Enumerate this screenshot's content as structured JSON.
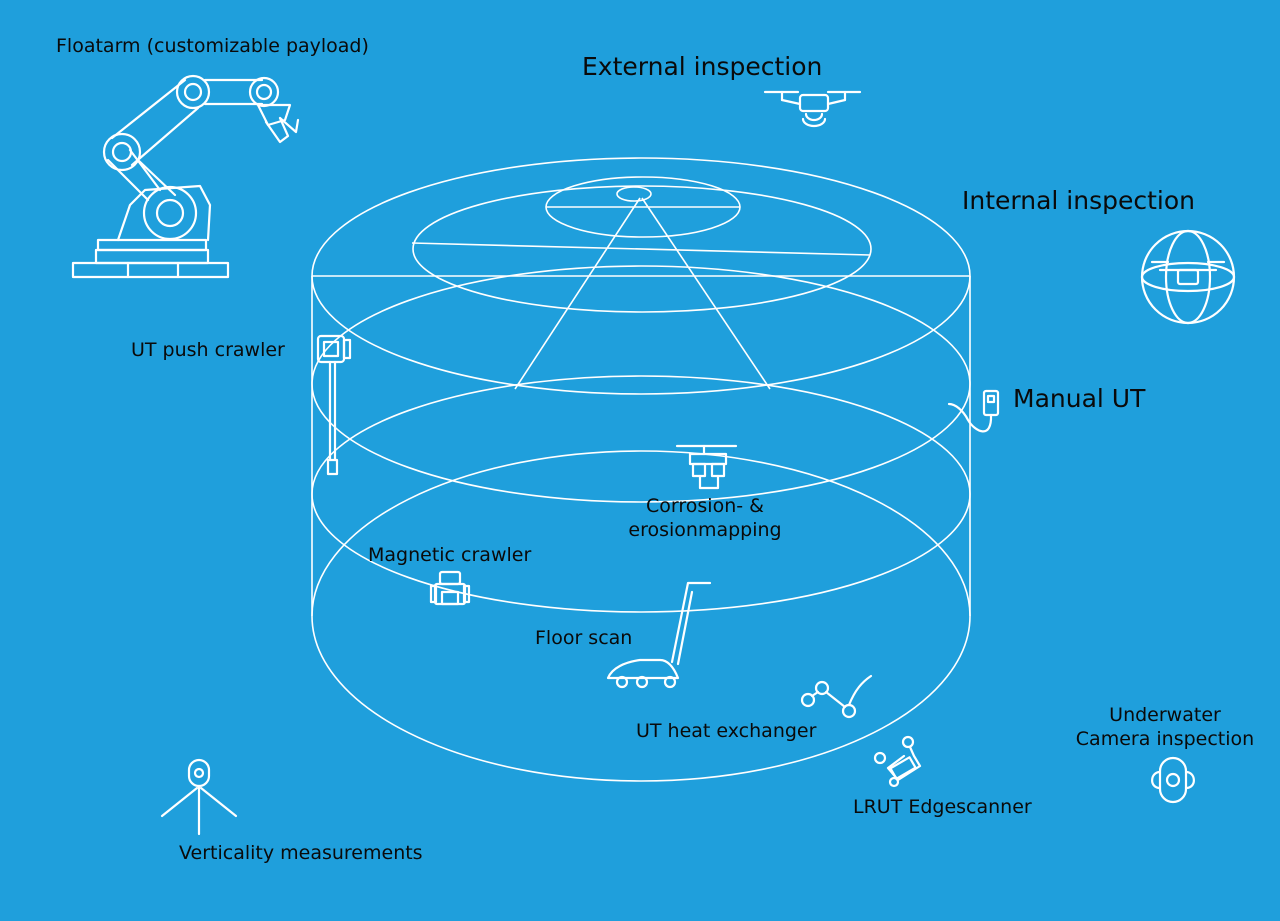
{
  "colors": {
    "background": "#1f9fdc",
    "line": "#ffffff",
    "text": "#0a0a0a"
  },
  "labels": {
    "floatarm": "Floatarm (customizable payload)",
    "external_inspection": "External inspection",
    "internal_inspection": "Internal inspection",
    "ut_push_crawler": "UT push crawler",
    "manual_ut": "Manual UT",
    "corrosion_line1": "Corrosion- &",
    "corrosion_line2": "erosionmapping",
    "magnetic_crawler": "Magnetic crawler",
    "floor_scan": "Floor scan",
    "ut_heat_exchanger": "UT heat exchanger",
    "underwater_line1": "Underwater",
    "underwater_line2": "Camera inspection",
    "lrut_edgescanner": "LRUT Edgescanner",
    "verticality": "Verticality measurements"
  },
  "icons": [
    "robot-arm-icon",
    "drone-icon",
    "caged-drone-icon",
    "push-crawler-icon",
    "ut-probe-icon",
    "corrosion-mapping-icon",
    "magnetic-crawler-icon",
    "floor-scanner-icon",
    "heat-exchanger-arm-icon",
    "edgescanner-icon",
    "underwater-camera-icon",
    "tripod-icon"
  ]
}
